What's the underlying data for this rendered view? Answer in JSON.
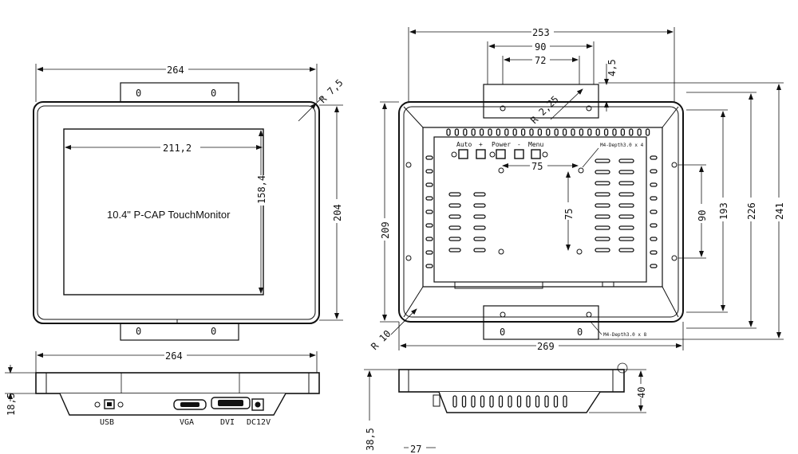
{
  "front_view": {
    "width_label": "264",
    "height_label": "204",
    "corner_radius_label": "R 7,5",
    "screen_width_label": "211,2",
    "screen_height_label": "158,4",
    "screen_text": "10.4\" P-CAP TouchMonitor",
    "bracket_hole_label": "0"
  },
  "bottom_view": {
    "width_label": "264",
    "depth_label": "18,5",
    "ports": [
      "USB",
      "VGA",
      "DVI",
      "DC12V"
    ]
  },
  "rear_view": {
    "overall_width_label": "253",
    "inner_width_label": "90",
    "hole_spacing_label": "72",
    "bracket_offset_label": "4,5",
    "hole_radius_label": "R 2,25",
    "corner_radius_label": "R 10",
    "bottom_width_label": "269",
    "left_height_label": "209",
    "right_heights": [
      "90",
      "193",
      "226",
      "241"
    ],
    "vesa_h_label": "75",
    "vesa_v_label": "75",
    "screw_note_top": "M4-Depth3.0 x 4",
    "screw_note_bottom": "M4-Depth3.0 x 8",
    "button_labels": [
      "Auto",
      "+",
      "Power",
      "-",
      "Menu"
    ]
  },
  "side_view": {
    "depth_label": "40",
    "total_label": "38,5",
    "partial_label": "27"
  }
}
